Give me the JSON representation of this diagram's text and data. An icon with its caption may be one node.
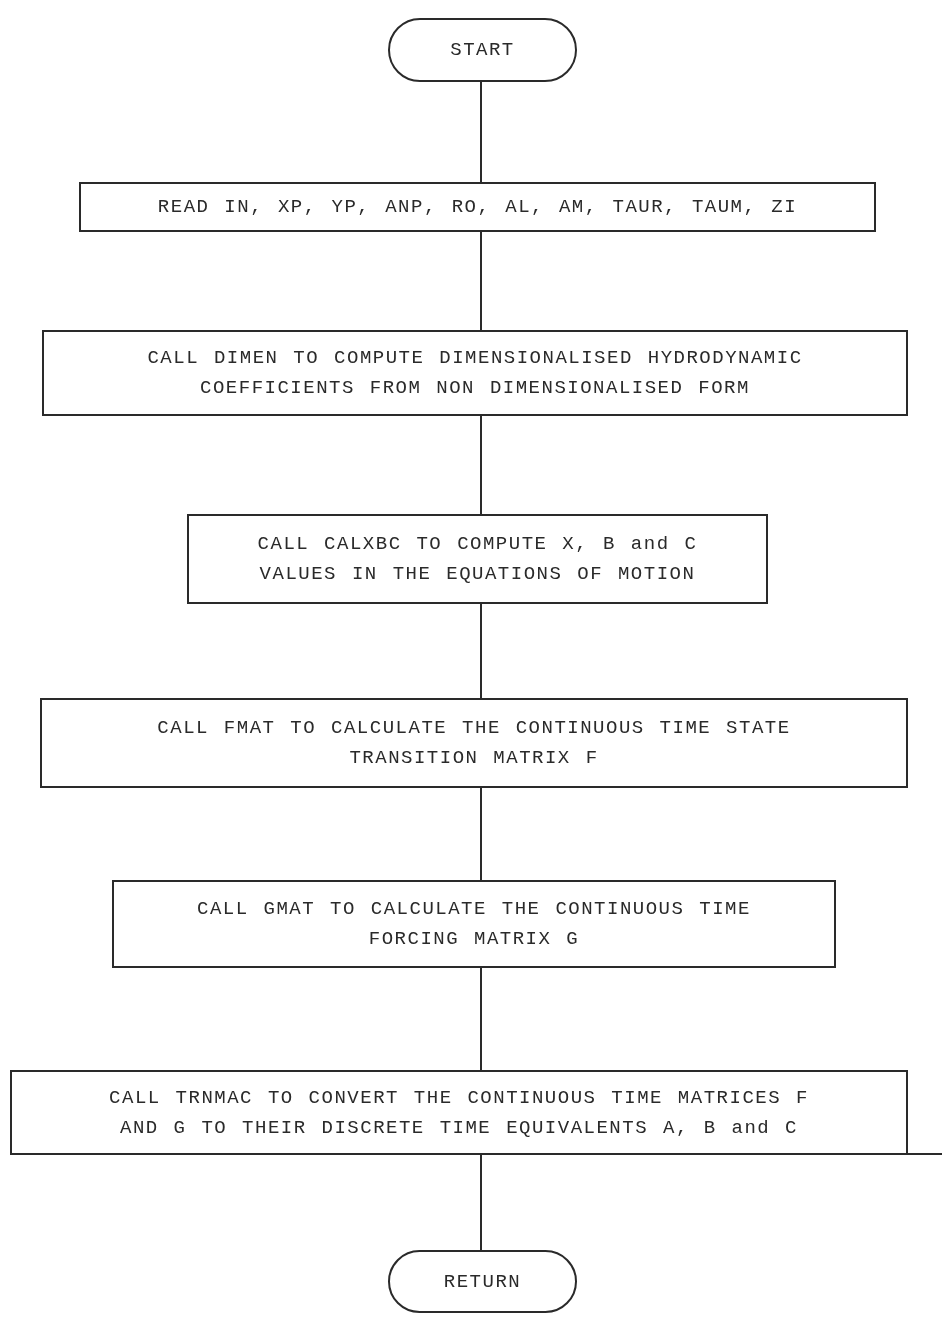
{
  "diagram": {
    "nodes": [
      {
        "text": [
          "START"
        ]
      },
      {
        "text": [
          "READ IN, XP, YP, ANP, RO, AL, AM, TAUR, TAUM, ZI"
        ]
      },
      {
        "text": [
          "CALL DIMEN TO COMPUTE DIMENSIONALISED HYDRODYNAMIC COEFFICIENTS FROM NON DIMENSIONALISED FORM"
        ]
      },
      {
        "text": [
          "CALL CALXBC TO COMPUTE X, B and C VALUES IN THE EQUATIONS OF MOTION"
        ]
      },
      {
        "text": [
          "CALL FMAT TO CALCULATE THE CONTINUOUS TIME STATE TRANSITION MATRIX F"
        ]
      },
      {
        "text": [
          "CALL GMAT TO CALCULATE THE CONTINUOUS TIME FORCING MATRIX G"
        ]
      },
      {
        "text": [
          "CALL TRNMAC TO CONVERT THE CONTINUOUS TIME MATRICES F AND G TO THEIR DISCRETE TIME EQUIVALENTS A, B and C"
        ]
      },
      {
        "text": [
          "RETURN"
        ]
      }
    ],
    "edges": [
      {
        "from": 0,
        "to": 1,
        "arrow": "none"
      },
      {
        "from": 1,
        "to": 2,
        "arrow": "none"
      },
      {
        "from": 2,
        "to": 3,
        "arrow": "none"
      },
      {
        "from": 3,
        "to": 4,
        "arrow": "none"
      },
      {
        "from": 4,
        "to": 5,
        "arrow": "none"
      },
      {
        "from": 5,
        "to": 6,
        "arrow": "none"
      },
      {
        "from": 6,
        "to": 7,
        "arrow": "none"
      }
    ]
  }
}
